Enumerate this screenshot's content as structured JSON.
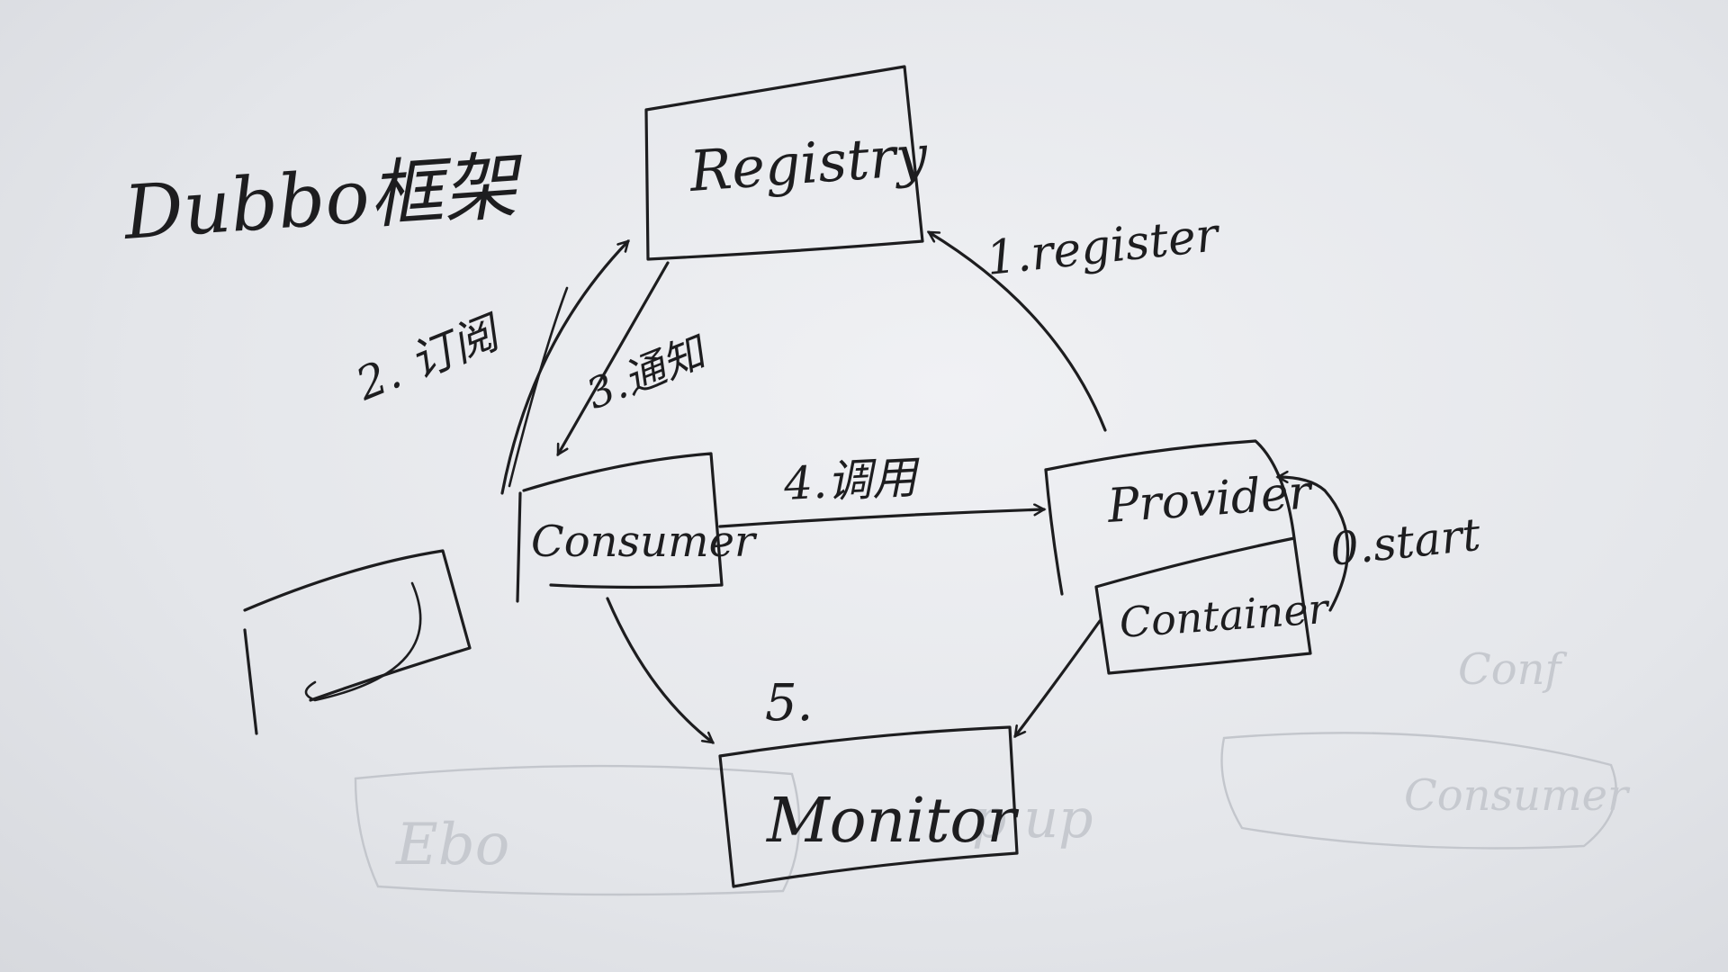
{
  "title": "Dubbo框架",
  "nodes": {
    "registry": "Registry",
    "consumer": "Consumer",
    "provider": "Provider",
    "container": "Container",
    "monitor": "Monitor"
  },
  "edges": {
    "register": "1.register",
    "subscribe": "2. 订阅",
    "notify": "3.通知",
    "invoke": "4.调用",
    "count": "5.",
    "start": "0.start"
  },
  "colors": {
    "ink": "#1d1d1f",
    "paper": "#e8e9ec"
  }
}
